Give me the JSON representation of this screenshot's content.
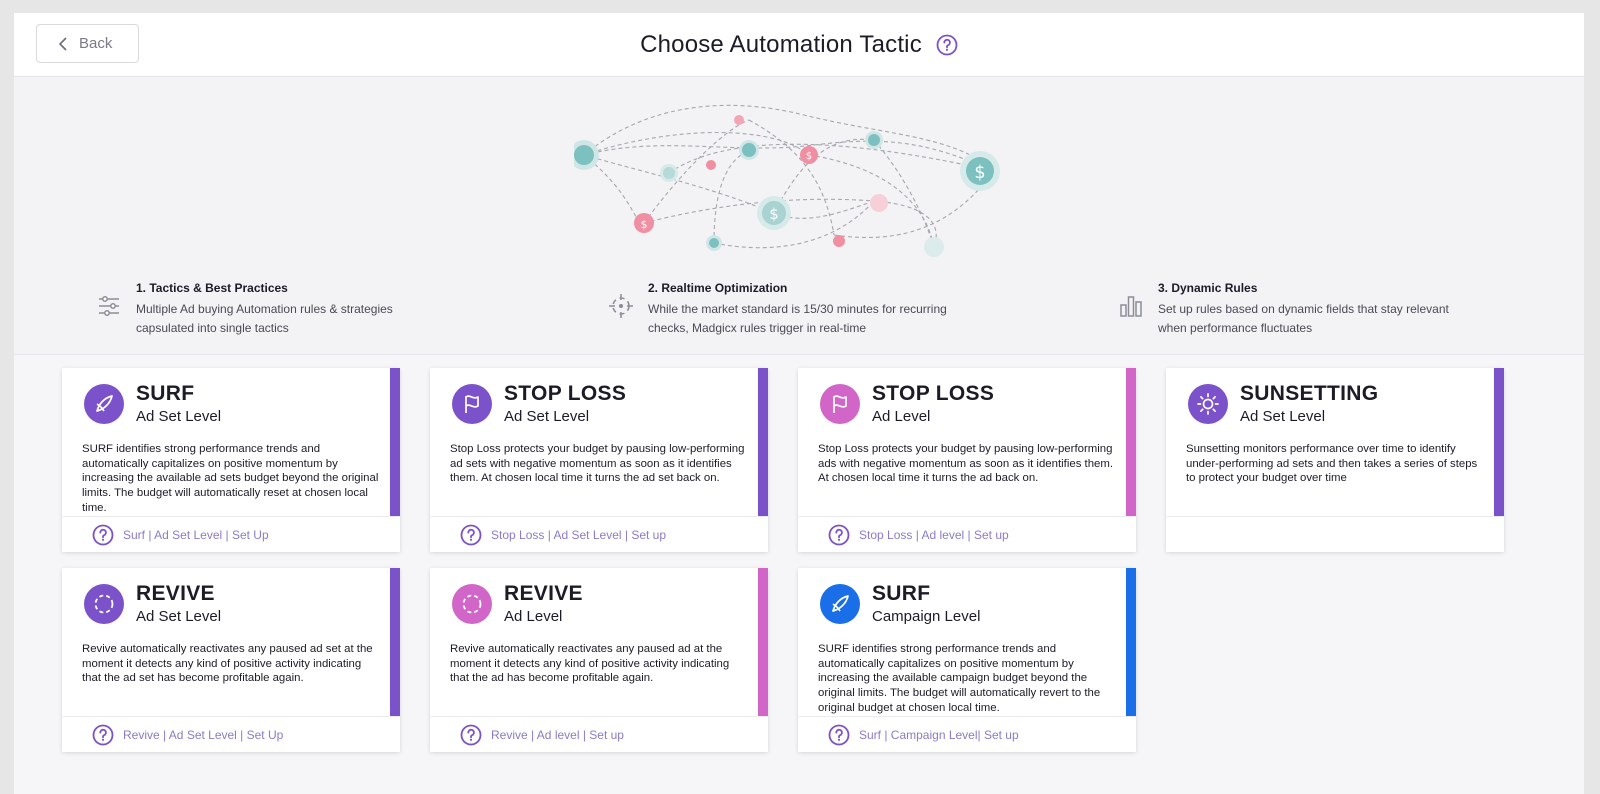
{
  "header": {
    "back_label": "Back",
    "title": "Choose Automation Tactic"
  },
  "features": [
    {
      "title": "1. Tactics & Best Practices",
      "desc": "Multiple Ad buying Automation rules & strategies capsulated into single tactics",
      "icon": "sliders-icon"
    },
    {
      "title": "2. Realtime Optimization",
      "desc": "While the market standard is 15/30 minutes for recurring checks, Madgicx rules trigger in real-time",
      "icon": "crosshair-icon"
    },
    {
      "title": "3. Dynamic Rules",
      "desc": "Set up rules based on dynamic fields that stay relevant when performance fluctuates",
      "icon": "bar-chart-icon"
    }
  ],
  "cards": [
    {
      "title": "SURF",
      "level": "Ad Set Level",
      "desc": "SURF identifies strong performance trends and automatically capitalizes on positive momentum by increasing the available ad sets budget beyond the original limits. The budget will automatically reset at chosen local time.",
      "link": "Surf | Ad Set Level | Set Up",
      "icon": "rocket-icon",
      "color": "#7b52c9",
      "stripe": "#7b52c9"
    },
    {
      "title": "STOP LOSS",
      "level": "Ad Set Level",
      "desc": "Stop Loss protects your budget by pausing low-performing ad sets with negative momentum as soon as it identifies them. At chosen local time it turns the ad set back on.",
      "link": "Stop Loss | Ad Set Level | Set up",
      "icon": "flag-icon",
      "color": "#7b52c9",
      "stripe": "#7b52c9"
    },
    {
      "title": "STOP LOSS",
      "level": "Ad Level",
      "desc": "Stop Loss protects your budget by pausing low-performing ads with negative momentum as soon as it identifies them. At chosen local time it turns the ad back on.",
      "link": "Stop Loss | Ad level | Set up",
      "icon": "flag-icon",
      "color": "#d166c8",
      "stripe": "#d166c8"
    },
    {
      "title": "SUNSETTING",
      "level": "Ad Set Level",
      "desc": "Sunsetting monitors performance over time to identify under-performing ad sets and then takes a series of steps to protect your budget over time",
      "link": "",
      "icon": "sun-icon",
      "color": "#7b52c9",
      "stripe": "#7b52c9"
    },
    {
      "title": "REVIVE",
      "level": "Ad Set Level",
      "desc": "Revive automatically reactivates any paused ad set at the moment it detects any kind of positive activity indicating that the ad set has become profitable again.",
      "link": "Revive | Ad Set Level | Set Up",
      "icon": "dashed-circle-icon",
      "color": "#7b52c9",
      "stripe": "#7b52c9"
    },
    {
      "title": "REVIVE",
      "level": "Ad Level",
      "desc": "Revive automatically reactivates any paused ad at the moment it detects any kind of positive activity indicating that the ad has become profitable again.",
      "link": "Revive | Ad level | Set up",
      "icon": "dashed-circle-icon",
      "color": "#d166c8",
      "stripe": "#d166c8"
    },
    {
      "title": "SURF",
      "level": "Campaign Level",
      "desc": "SURF identifies strong performance trends and automatically capitalizes on positive momentum by increasing the available campaign budget beyond the original limits. The budget will automatically revert to the original budget at chosen local time.",
      "link": "Surf | Campaign Level| Set up",
      "icon": "rocket-icon",
      "color": "#1a6fe8",
      "stripe": "#1a6fe8"
    }
  ]
}
